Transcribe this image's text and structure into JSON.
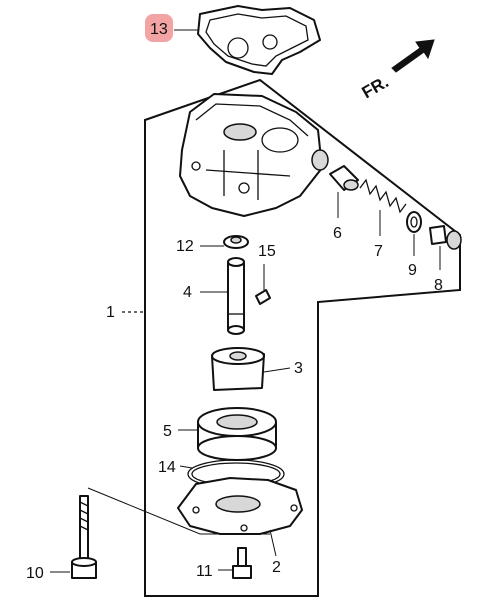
{
  "diagram": {
    "direction_label": "FR.",
    "callouts": {
      "c1": "1",
      "c2": "2",
      "c3": "3",
      "c4": "4",
      "c5": "5",
      "c6": "6",
      "c7": "7",
      "c8": "8",
      "c9": "9",
      "c10": "10",
      "c11": "11",
      "c12": "12",
      "c13": "13",
      "c14": "14",
      "c15": "15"
    },
    "colors": {
      "line": "#111111",
      "highlight_badge": "#f2a3a3"
    },
    "highlighted_callout": "13"
  }
}
